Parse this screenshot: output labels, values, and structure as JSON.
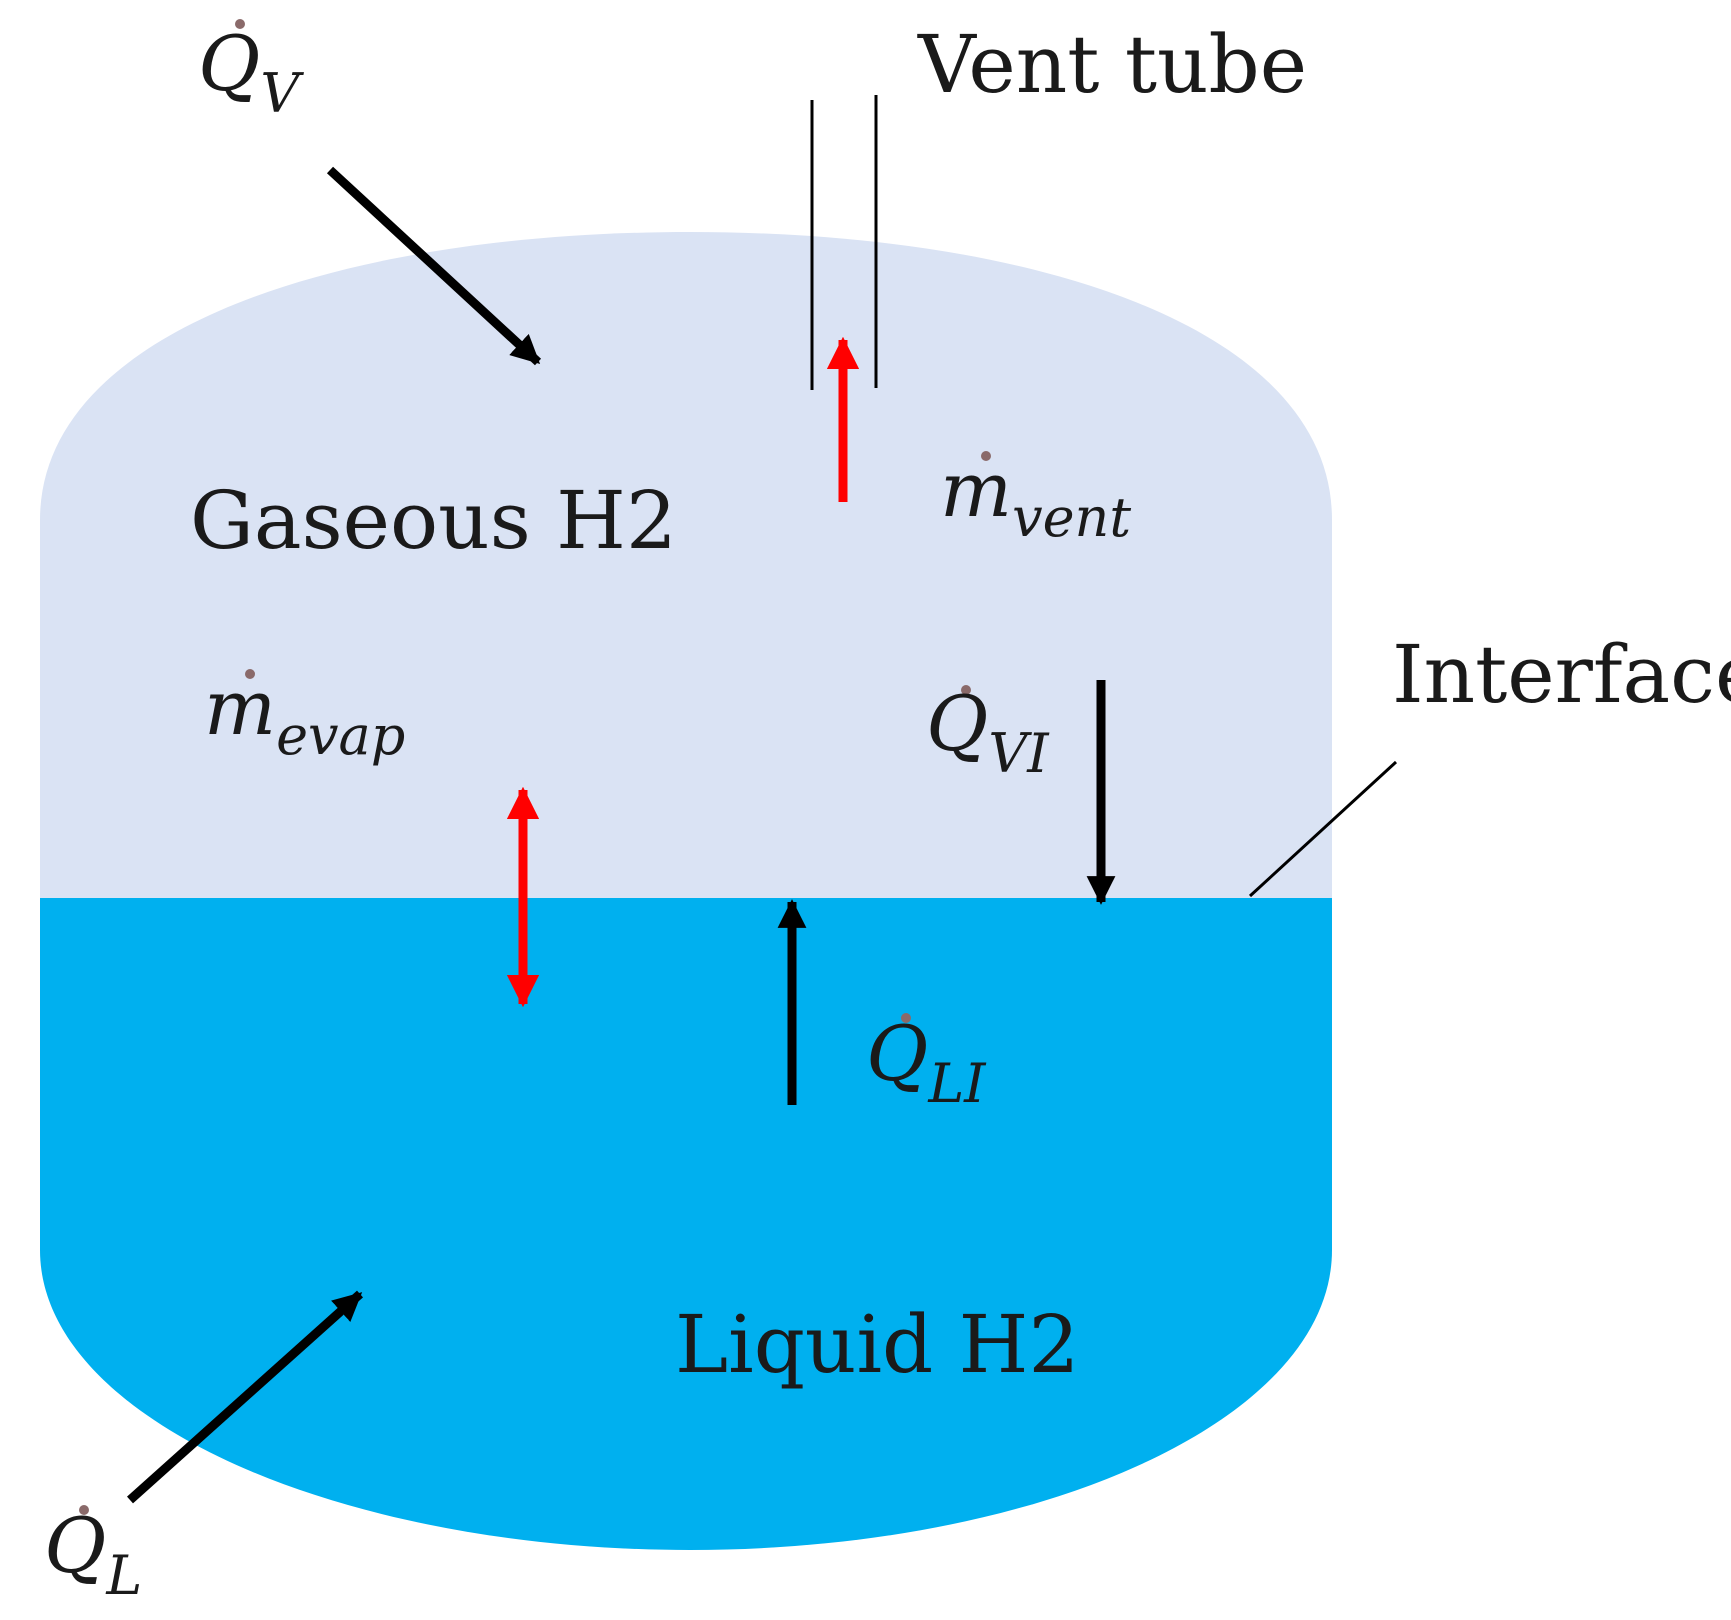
{
  "colors": {
    "gas": "#dae3f4",
    "liquid": "#00b0ef",
    "black_arrow": "#000000",
    "red_arrow": "#ff0000",
    "dot": "#8a6a6a"
  },
  "labels": {
    "vent_tube": "Vent tube",
    "gaseous": "Gaseous H2",
    "liquid": "Liquid H2",
    "interface": "Interface"
  },
  "symbols": {
    "qv": {
      "base": "Q",
      "sub": "V"
    },
    "m_vent": {
      "base": "m",
      "sub": "vent"
    },
    "m_evap": {
      "base": "m",
      "sub": "evap"
    },
    "qvi": {
      "base": "Q",
      "sub": "VI"
    },
    "qli": {
      "base": "Q",
      "sub": "LI"
    },
    "ql": {
      "base": "Q",
      "sub": "L"
    }
  }
}
